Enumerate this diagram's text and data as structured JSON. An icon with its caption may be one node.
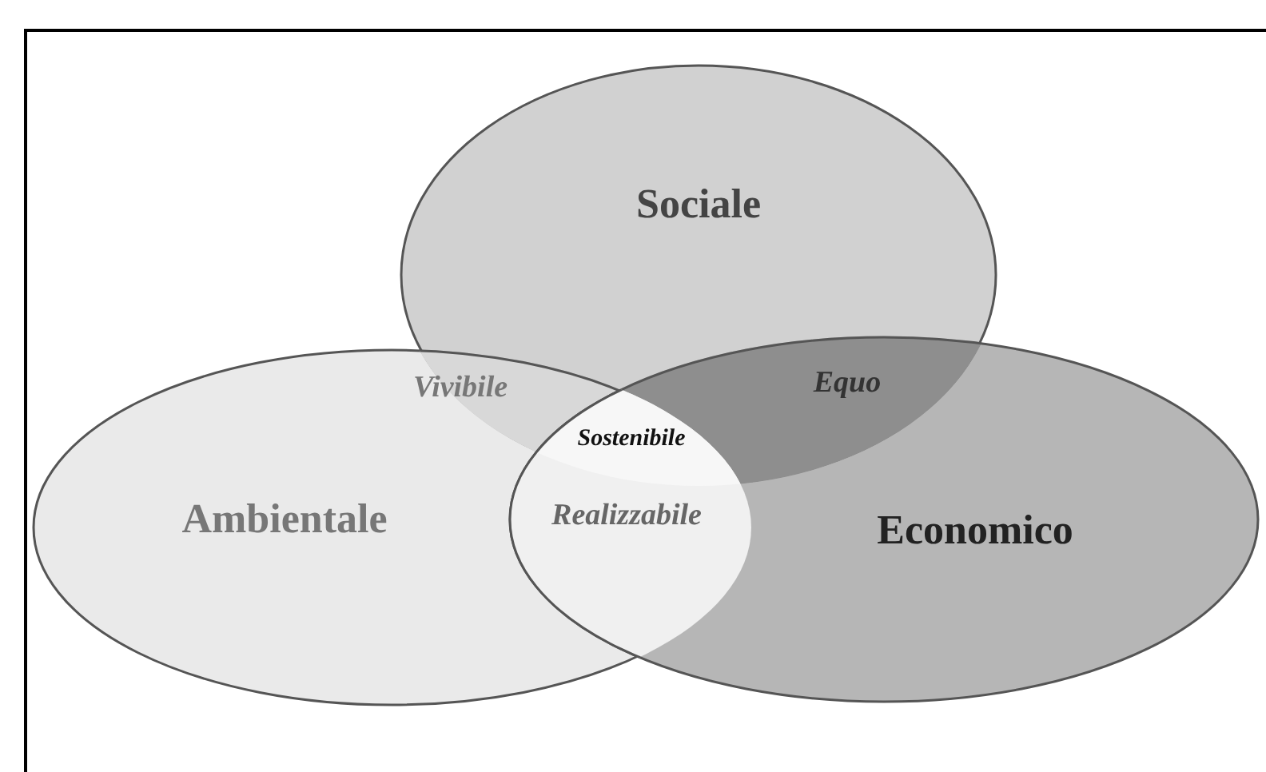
{
  "diagram": {
    "nodes": [
      {
        "text": [
          "Sociale"
        ]
      },
      {
        "text": [
          "Ambientale"
        ]
      },
      {
        "text": [
          "Economico"
        ]
      }
    ],
    "labels": [
      "Vivibile",
      "Equo",
      "Sostenibile",
      "Realizzabile"
    ]
  }
}
